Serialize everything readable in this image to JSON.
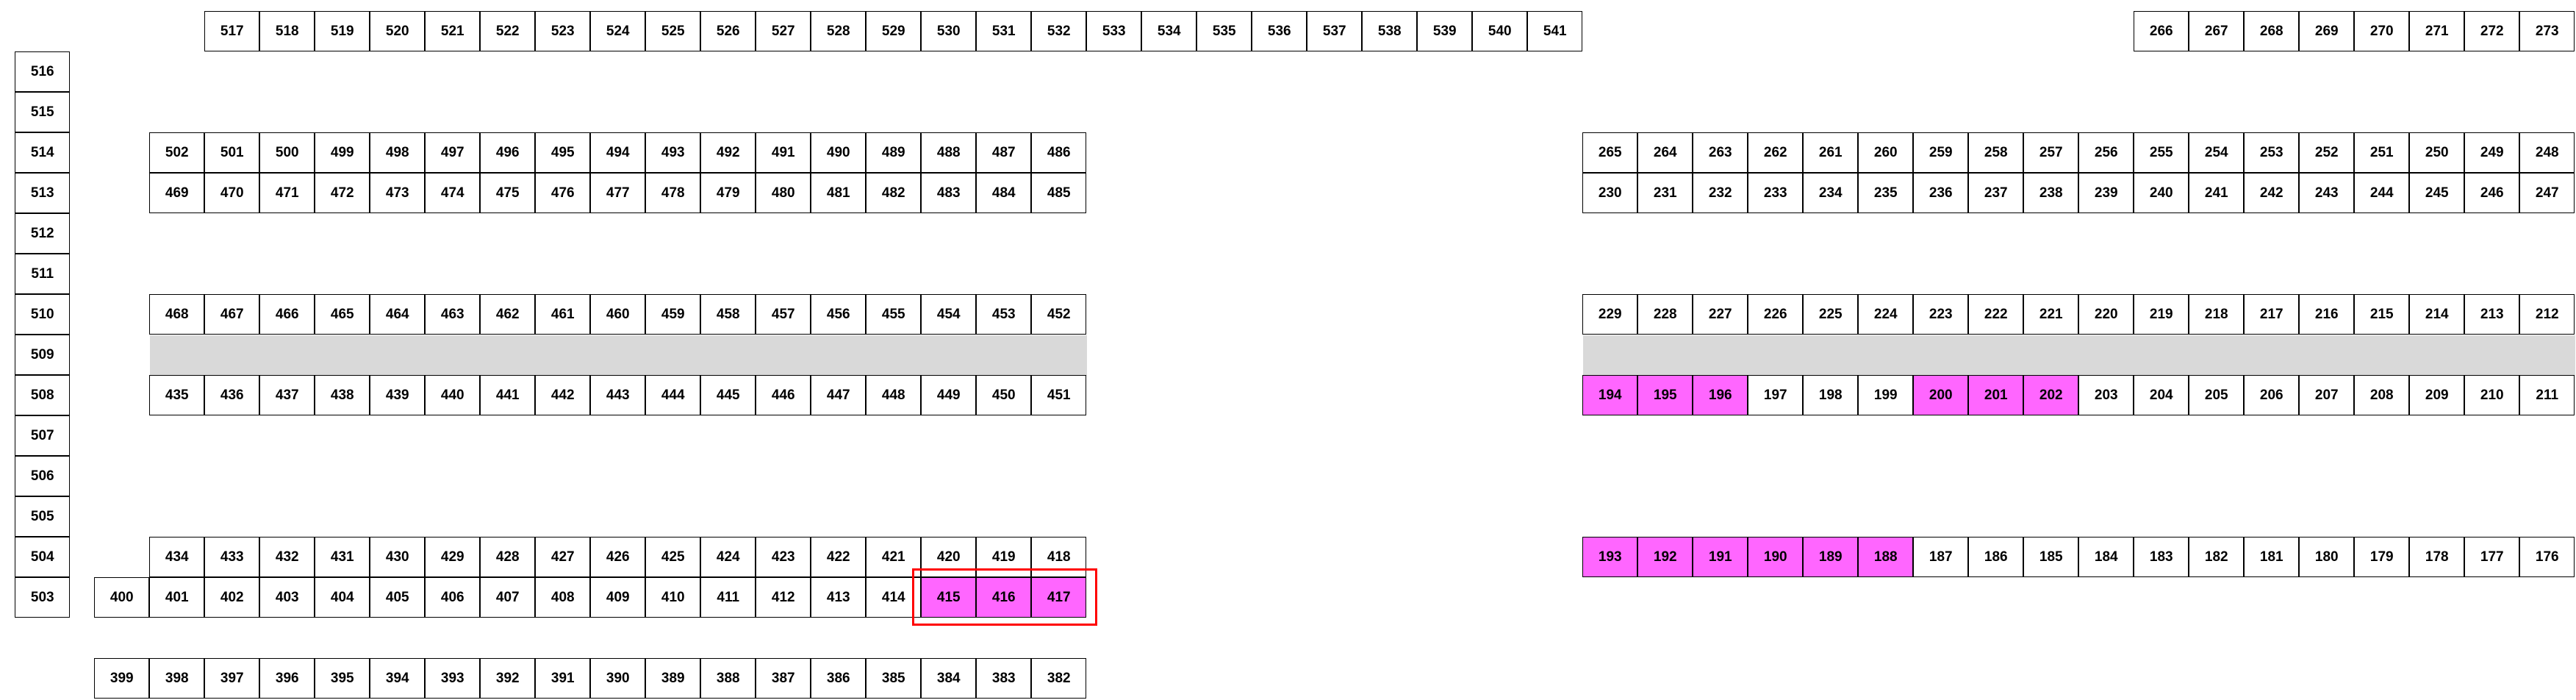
{
  "colors": {
    "highlight": "#ff66ff",
    "aisle": "#d9d9d9",
    "selection": "#ff0000"
  },
  "row_labels": [
    "516",
    "515",
    "514",
    "513",
    "512",
    "511",
    "510",
    "509",
    "508",
    "507",
    "506",
    "505",
    "504",
    "503"
  ],
  "blocks": {
    "top_left": [
      "517",
      "518",
      "519",
      "520",
      "521",
      "522",
      "523",
      "524",
      "525",
      "526",
      "527",
      "528",
      "529",
      "530",
      "531",
      "532",
      "533",
      "534",
      "535",
      "536",
      "537",
      "538",
      "539",
      "540",
      "541"
    ],
    "top_right": [
      "266",
      "267",
      "268",
      "269",
      "270",
      "271",
      "272",
      "273"
    ],
    "left_r514": [
      "502",
      "501",
      "500",
      "499",
      "498",
      "497",
      "496",
      "495",
      "494",
      "493",
      "492",
      "491",
      "490",
      "489",
      "488",
      "487",
      "486"
    ],
    "left_r513": [
      "469",
      "470",
      "471",
      "472",
      "473",
      "474",
      "475",
      "476",
      "477",
      "478",
      "479",
      "480",
      "481",
      "482",
      "483",
      "484",
      "485"
    ],
    "left_r510": [
      "468",
      "467",
      "466",
      "465",
      "464",
      "463",
      "462",
      "461",
      "460",
      "459",
      "458",
      "457",
      "456",
      "455",
      "454",
      "453",
      "452"
    ],
    "left_r508": [
      "435",
      "436",
      "437",
      "438",
      "439",
      "440",
      "441",
      "442",
      "443",
      "444",
      "445",
      "446",
      "447",
      "448",
      "449",
      "450",
      "451"
    ],
    "left_r504": [
      "434",
      "433",
      "432",
      "431",
      "430",
      "429",
      "428",
      "427",
      "426",
      "425",
      "424",
      "423",
      "422",
      "421",
      "420",
      "419",
      "418"
    ],
    "left_r503": [
      "400",
      "401",
      "402",
      "403",
      "404",
      "405",
      "406",
      "407",
      "408",
      "409",
      "410",
      "411",
      "412",
      "413",
      "414",
      "415",
      "416",
      "417"
    ],
    "left_bottom": [
      "399",
      "398",
      "397",
      "396",
      "395",
      "394",
      "393",
      "392",
      "391",
      "390",
      "389",
      "388",
      "387",
      "386",
      "385",
      "384",
      "383",
      "382"
    ],
    "right_r514": [
      "265",
      "264",
      "263",
      "262",
      "261",
      "260",
      "259",
      "258",
      "257",
      "256",
      "255",
      "254",
      "253",
      "252",
      "251",
      "250",
      "249",
      "248"
    ],
    "right_r513": [
      "230",
      "231",
      "232",
      "233",
      "234",
      "235",
      "236",
      "237",
      "238",
      "239",
      "240",
      "241",
      "242",
      "243",
      "244",
      "245",
      "246",
      "247"
    ],
    "right_r510": [
      "229",
      "228",
      "227",
      "226",
      "225",
      "224",
      "223",
      "222",
      "221",
      "220",
      "219",
      "218",
      "217",
      "216",
      "215",
      "214",
      "213",
      "212"
    ],
    "right_r508": [
      "194",
      "195",
      "196",
      "197",
      "198",
      "199",
      "200",
      "201",
      "202",
      "203",
      "204",
      "205",
      "206",
      "207",
      "208",
      "209",
      "210",
      "211"
    ],
    "right_r504": [
      "193",
      "192",
      "191",
      "190",
      "189",
      "188",
      "187",
      "186",
      "185",
      "184",
      "183",
      "182",
      "181",
      "180",
      "179",
      "178",
      "177",
      "176"
    ]
  },
  "highlighted": [
    "415",
    "416",
    "417",
    "194",
    "195",
    "196",
    "200",
    "201",
    "202",
    "193",
    "192",
    "191",
    "190",
    "189",
    "188"
  ],
  "selected": [
    "415",
    "416",
    "417"
  ]
}
